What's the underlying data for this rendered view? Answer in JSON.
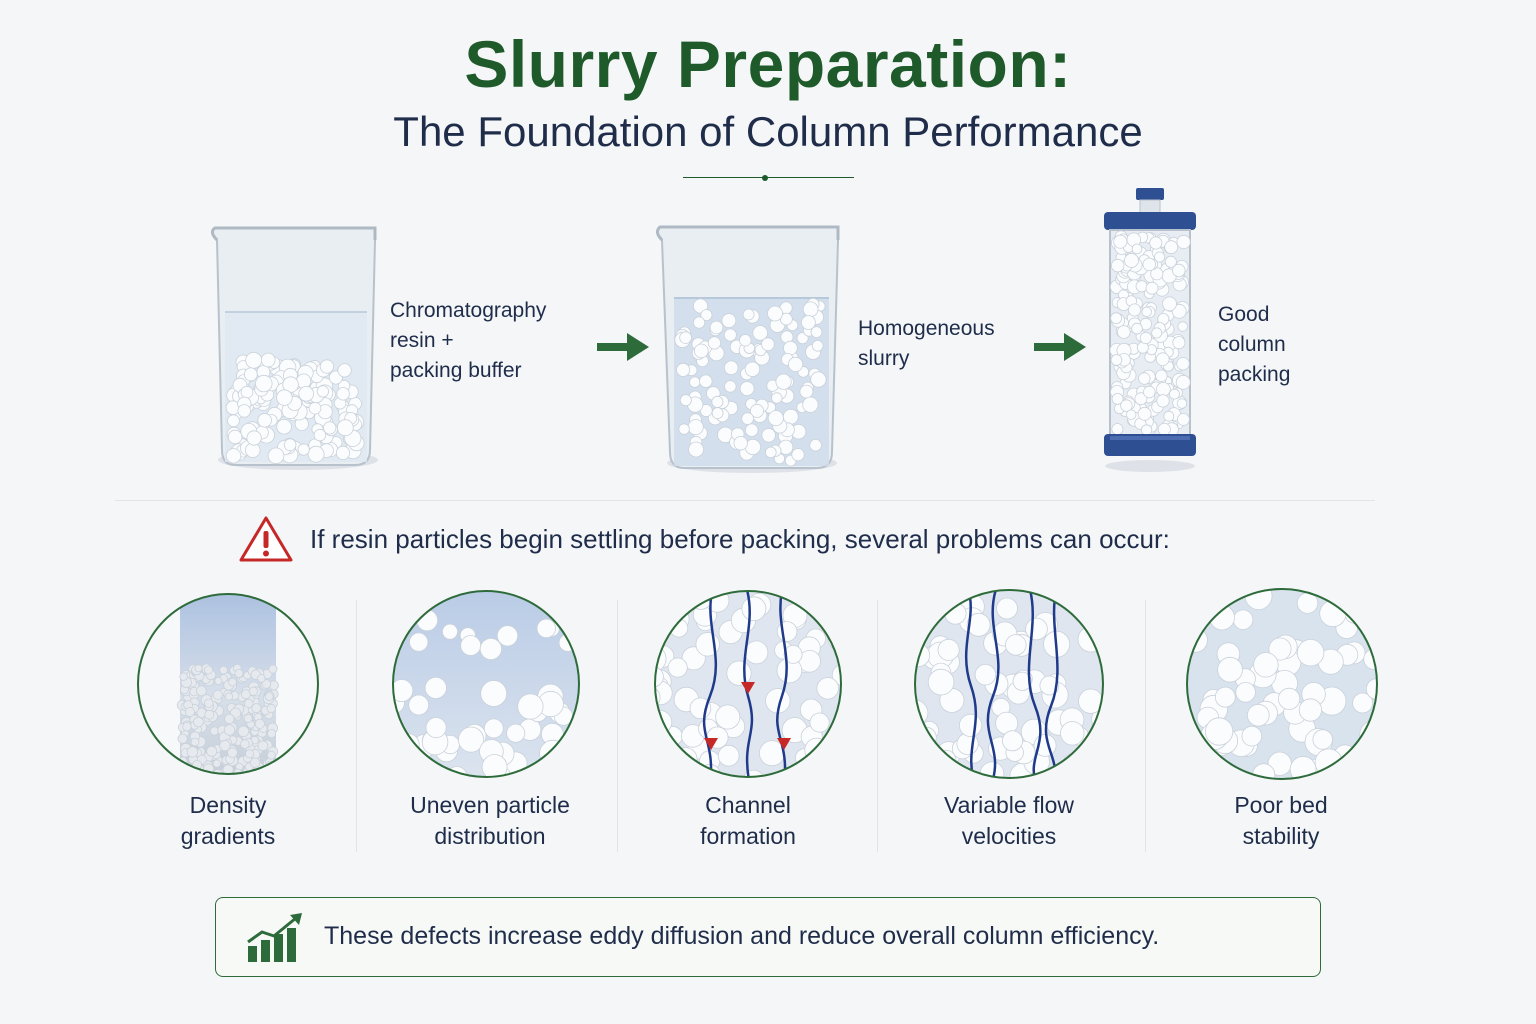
{
  "title": "Slurry Preparation:",
  "subtitle": "The Foundation of Column Performance",
  "steps": [
    {
      "label": "Chromatography\nresin +\npacking buffer"
    },
    {
      "label": "Homogeneous\nslurry"
    },
    {
      "label": "Good\ncolumn\npacking"
    }
  ],
  "warning": {
    "text": "If resin particles begin settling before packing, several problems can occur:",
    "icon": "warning-triangle-icon"
  },
  "problems": [
    {
      "label": "Density\ngradients"
    },
    {
      "label": "Uneven particle\ndistribution"
    },
    {
      "label": "Channel\nformation"
    },
    {
      "label": "Variable flow\nvelocities"
    },
    {
      "label": "Poor bed\nstability"
    }
  ],
  "footer": {
    "text": "These defects increase eddy diffusion and reduce overall column efficiency.",
    "icon": "bar-chart-growth-icon"
  },
  "colors": {
    "title_green": "#1f5a2b",
    "arrow_green": "#2e6b3a",
    "navy": "#1f2d4a",
    "warning_red": "#c62828",
    "column_blue": "#2f4f93"
  }
}
